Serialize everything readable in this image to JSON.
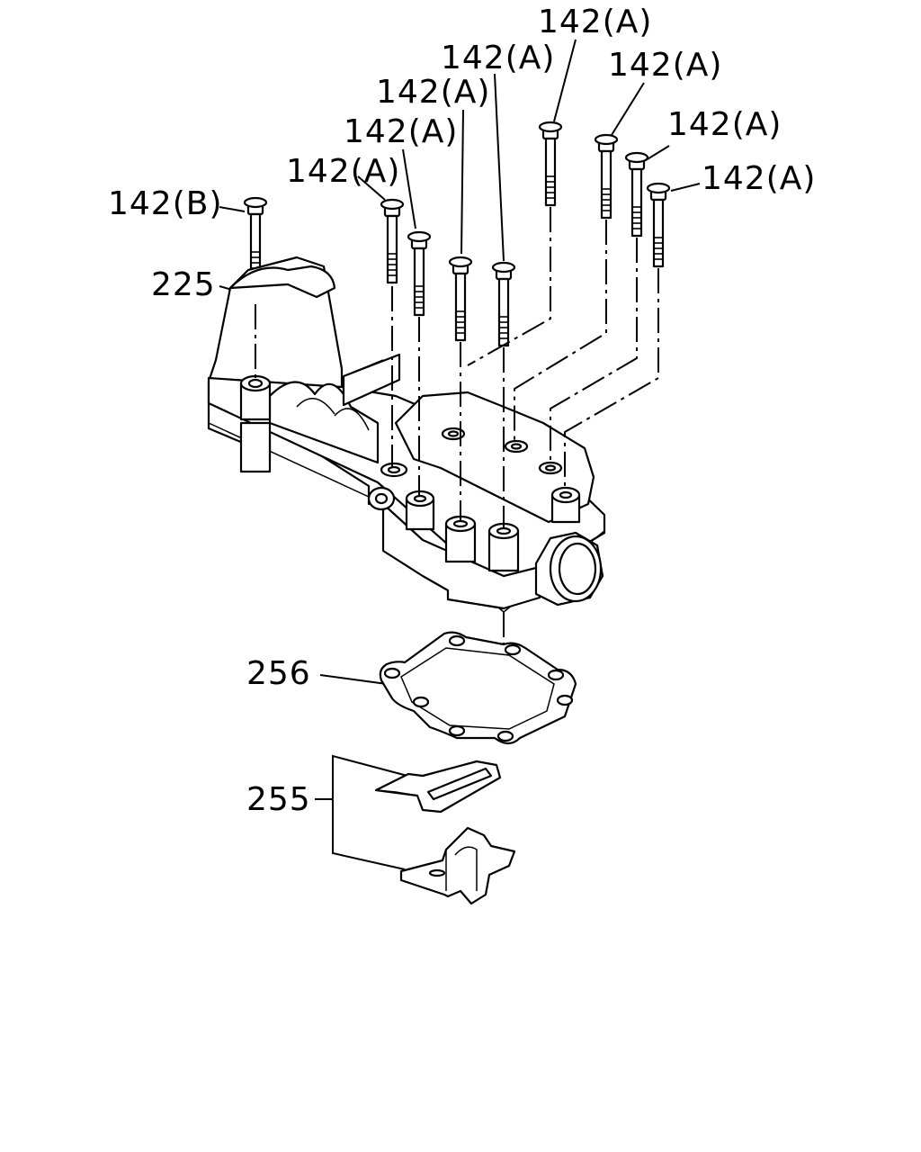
{
  "callouts": {
    "bolt_b": "142(B)",
    "bolt_a": "142(A)",
    "washer": "225",
    "gasket": "256",
    "bracket": "255"
  }
}
